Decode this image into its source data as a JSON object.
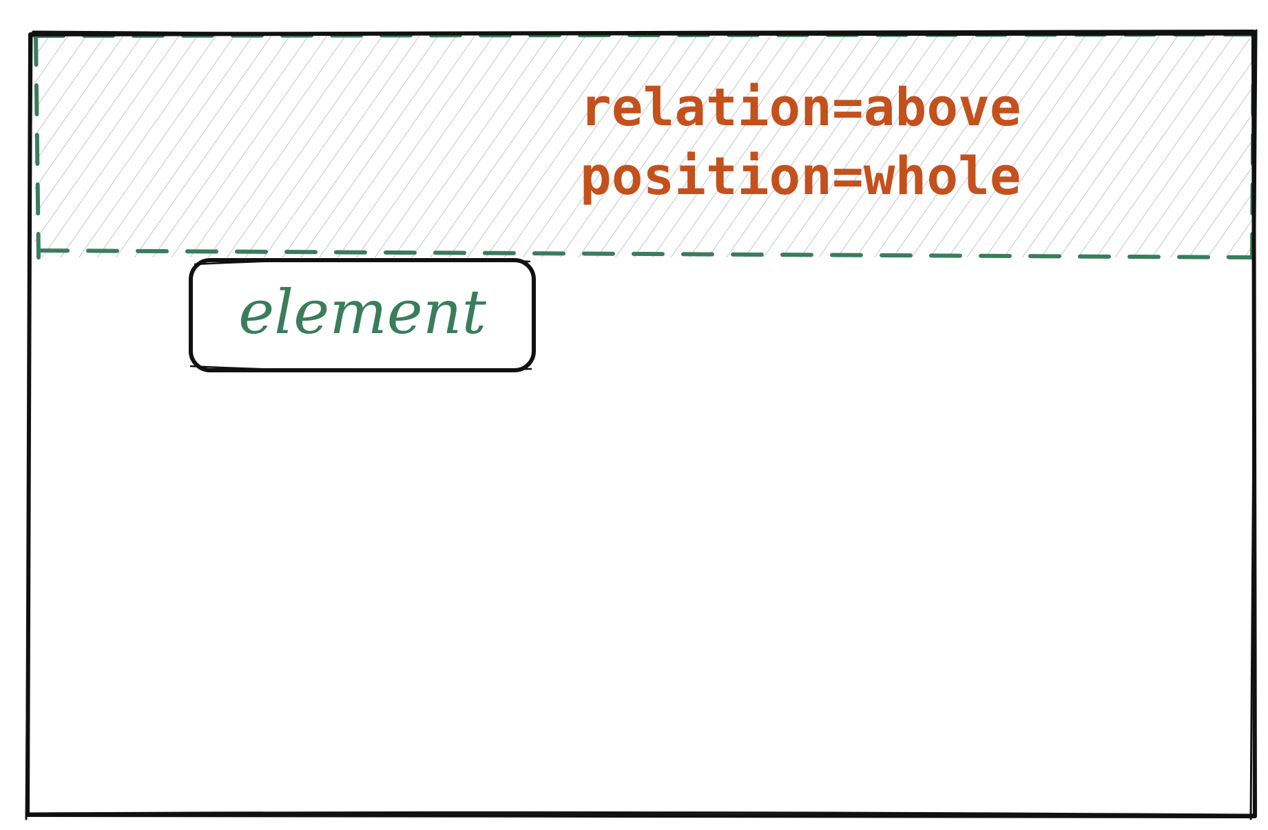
{
  "annotation": {
    "line1": "relation=above",
    "line2": "position=whole"
  },
  "element_box": {
    "label": "element"
  },
  "colors": {
    "frame_stroke": "#111111",
    "region_dash": "#3a7d5c",
    "hatch": "#c5c9d0",
    "annotation_text": "#c4501c",
    "element_text": "#3a7d5c",
    "element_stroke": "#111111",
    "background": "#ffffff"
  }
}
